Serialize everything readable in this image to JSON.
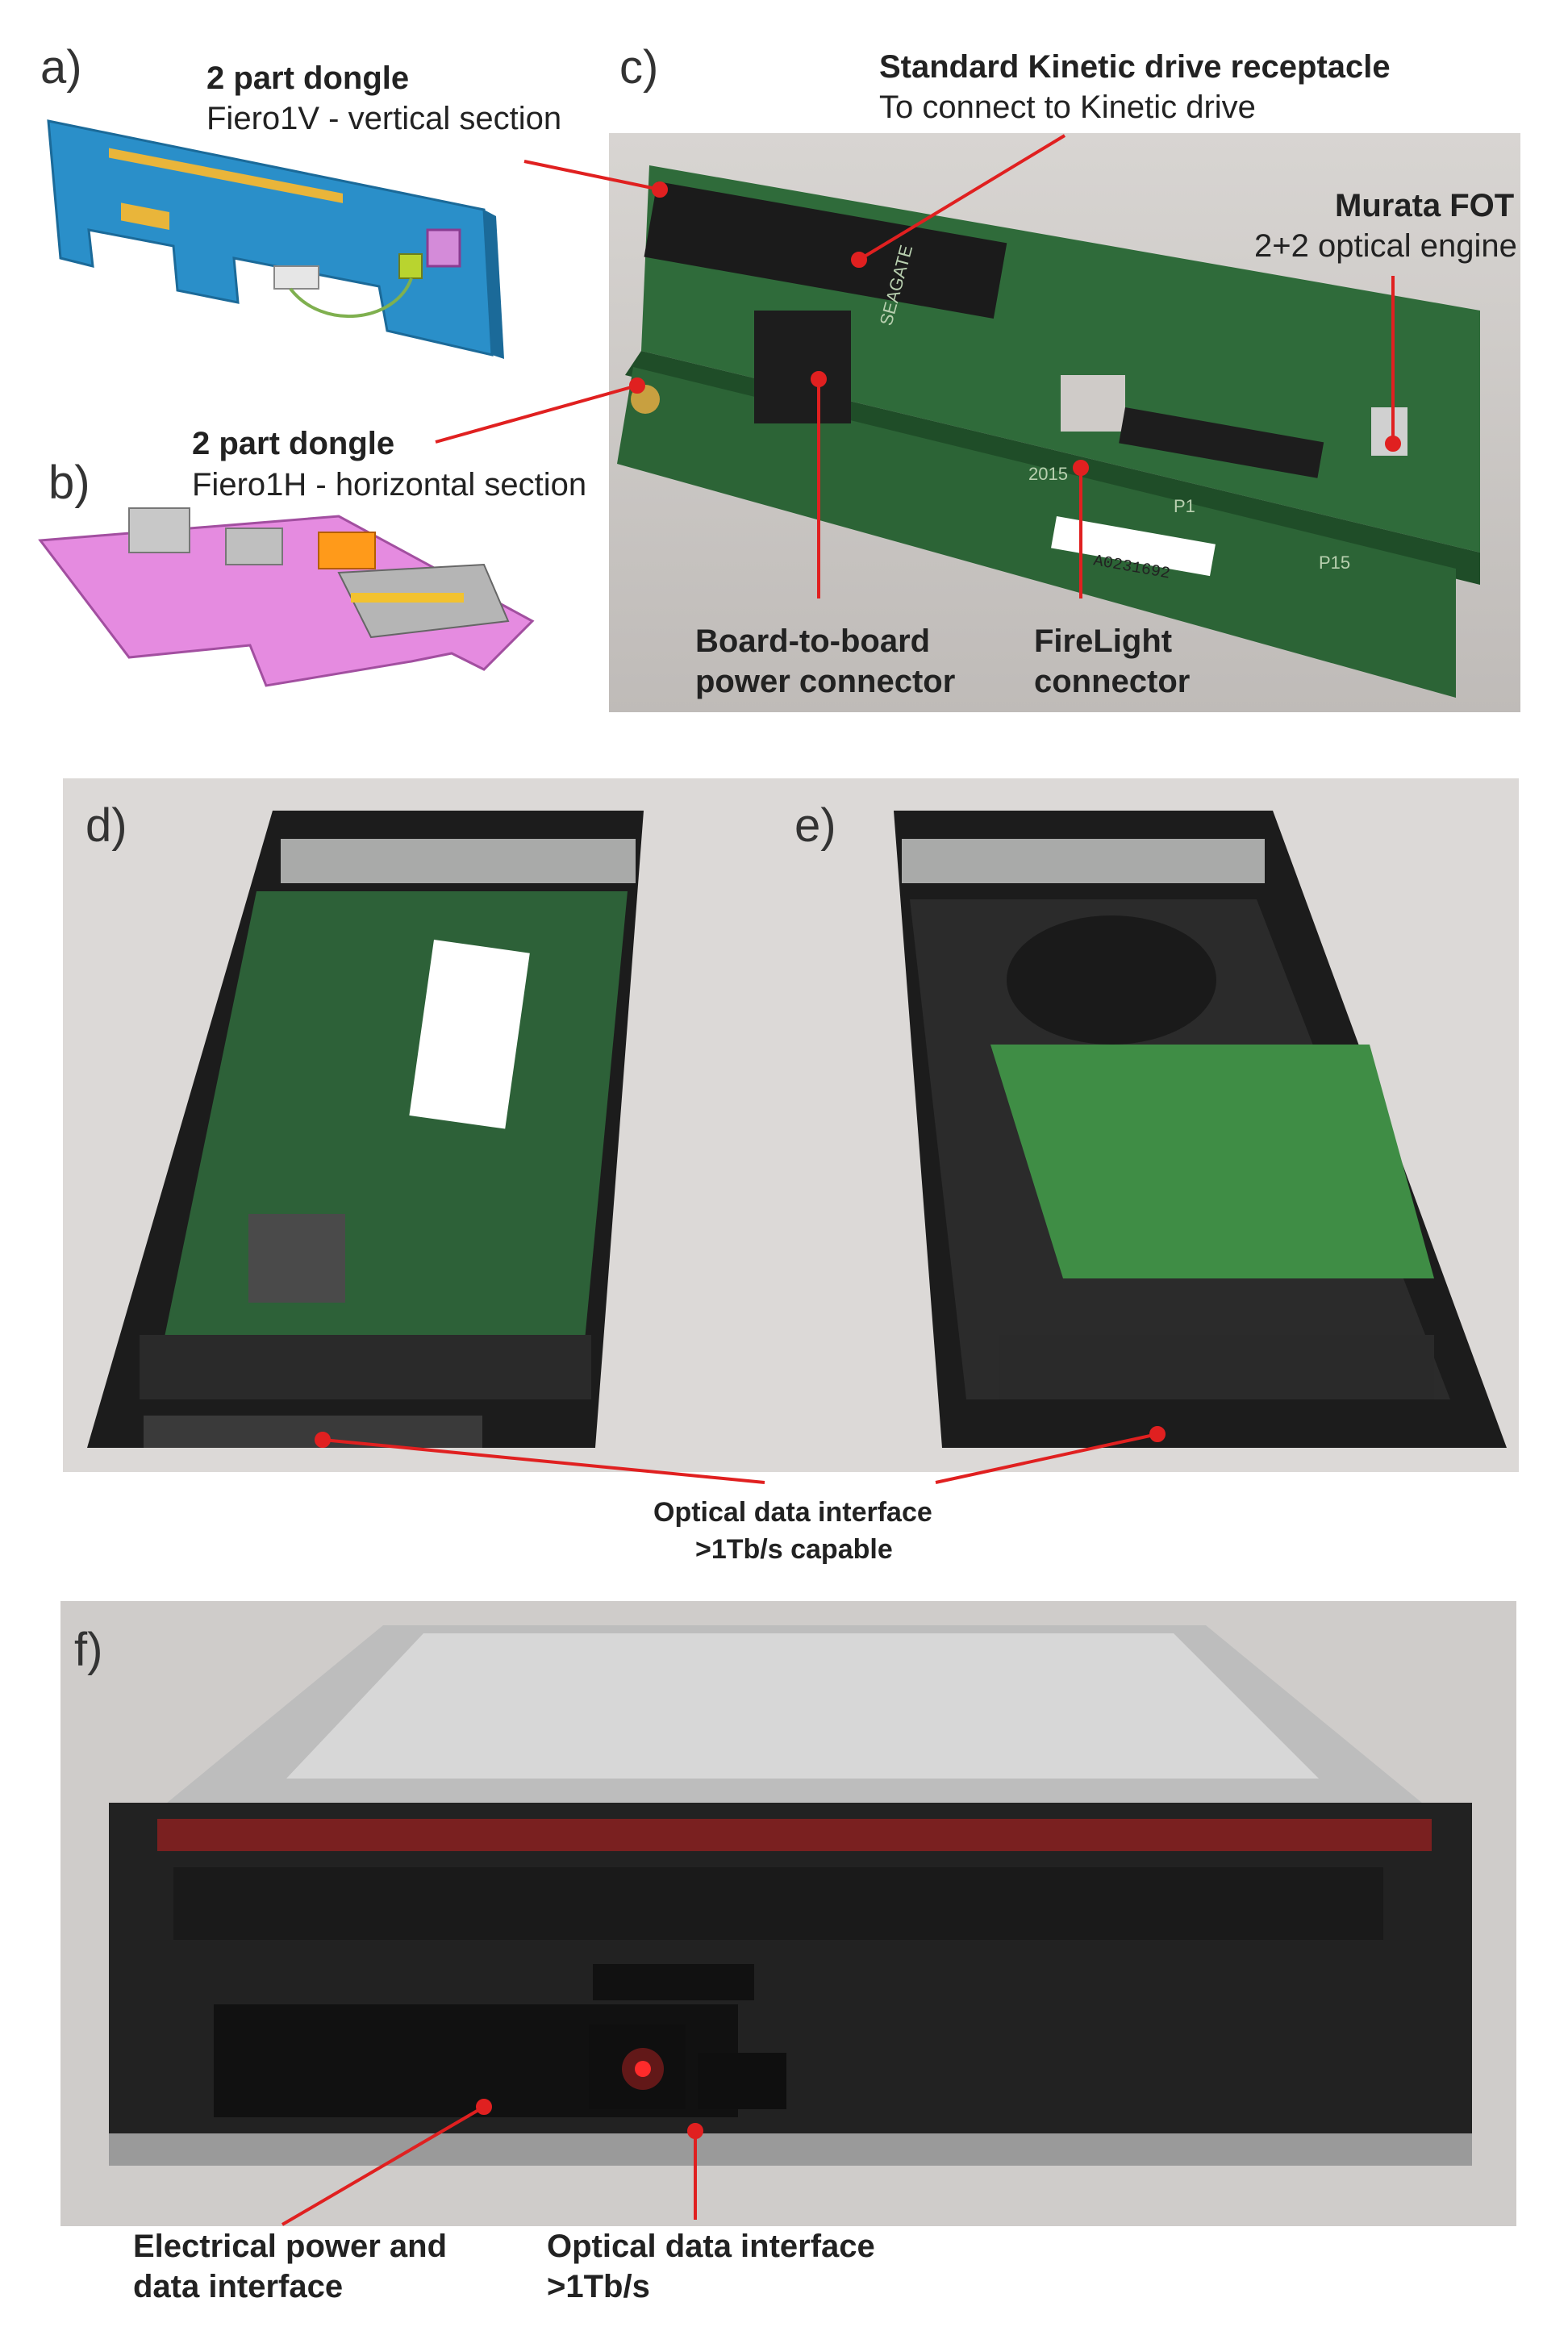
{
  "panels": {
    "a": {
      "label": "a)",
      "title": "2 part dongle",
      "subtitle": "Fiero1V - vertical section"
    },
    "b": {
      "label": "b)",
      "title": "2 part dongle",
      "subtitle": "Fiero1H - horizontal section"
    },
    "c": {
      "label": "c)",
      "receptacle_title": "Standard  Kinetic drive receptacle",
      "receptacle_sub": "To connect to Kinetic drive",
      "murata_title": "Murata FOT",
      "murata_sub": "2+2 optical engine",
      "b2b_line1": "Board-to-board",
      "b2b_line2": "power connector",
      "firelight_line1": "FireLight",
      "firelight_line2": "connector",
      "board_marking_1": "SEAGATE",
      "board_marking_2": "2015",
      "barcode_text": "A0231692",
      "silk_p1": "P1",
      "silk_p15": "P15"
    },
    "d": {
      "label": "d)"
    },
    "e": {
      "label": "e)"
    },
    "de_caption": {
      "line1": "Optical data interface",
      "line2": ">1Tb/s capable"
    },
    "f": {
      "label": "f)",
      "elec_line1": "Electrical power and",
      "elec_line2": "data interface",
      "opt_line1": "Optical data interface",
      "opt_line2": ">1Tb/s"
    }
  },
  "colors": {
    "callout_red": "#e02020",
    "pcb_green": "#2f6b3a",
    "dongle_blue": "#2a8fc9",
    "dongle_pink": "#e58be0",
    "photo_bg": "#d9d6d4"
  }
}
